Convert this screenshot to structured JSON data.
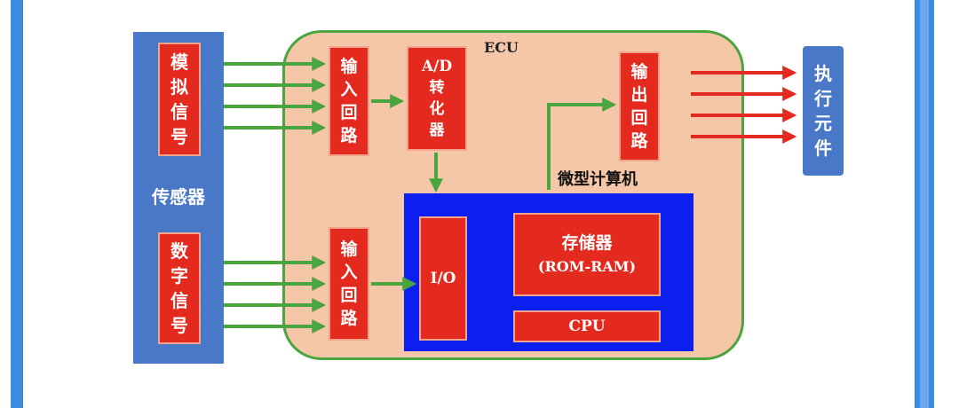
{
  "diagram": {
    "ecu_label": "ECU",
    "sensor": "传感器",
    "analog_signal": "模拟信号",
    "digital_signal": "数字信号",
    "input_circuit_top": "输入回路",
    "input_circuit_bottom": "输入回路",
    "ad_converter_line1": "A/D",
    "ad_converter_line2": "转化器",
    "output_circuit": "输出回路",
    "microcomputer": "微型计算机",
    "io": "I/O",
    "memory_line1": "存储器",
    "memory_line2": "(ROM-RAM)",
    "cpu": "CPU",
    "actuator": "执行元件"
  },
  "colors": {
    "red_box": "#e4291f",
    "blue_panel": "#4a78c8",
    "cpu_block": "#0a1ff0",
    "ecu_fill": "#f6c6a8",
    "ecu_border": "#4aa53f",
    "green_arrow": "#4aa53f",
    "red_arrow": "#e4291f"
  }
}
